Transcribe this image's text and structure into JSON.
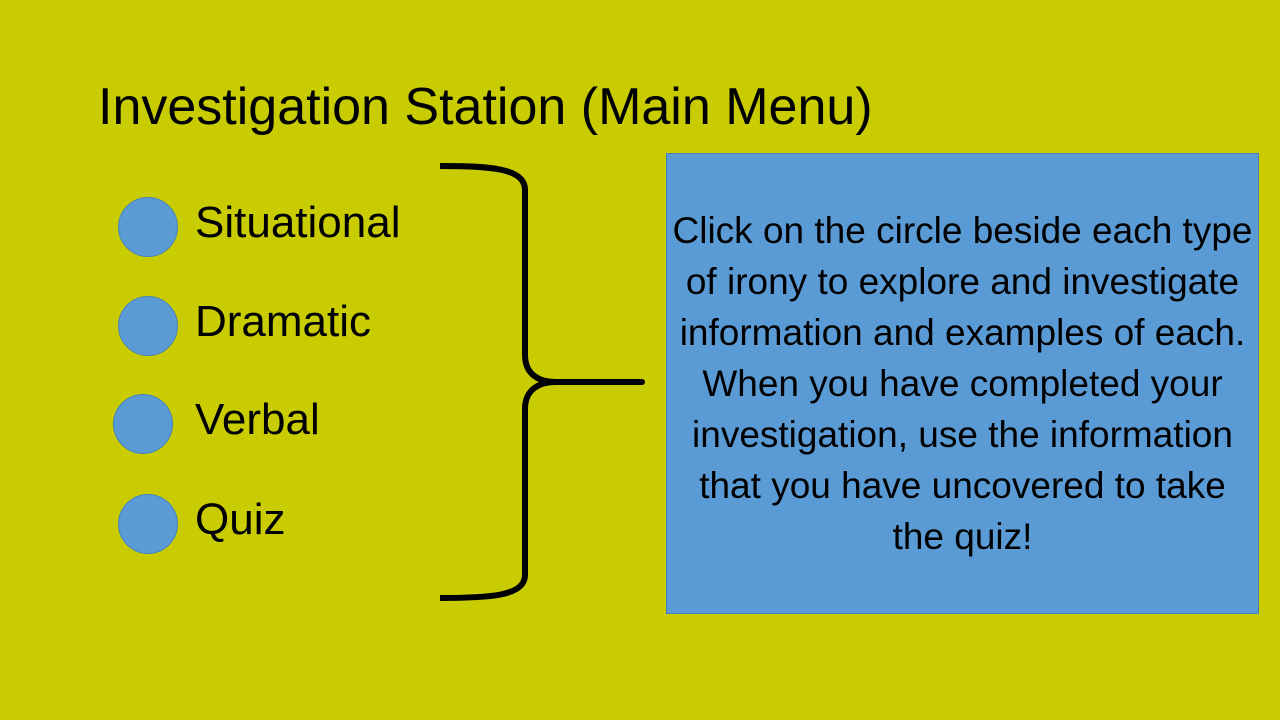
{
  "slide": {
    "title": "Investigation Station (Main Menu)",
    "background_color": "#c8cc00",
    "menu": {
      "circle_color": "#5b9bd5",
      "items": [
        {
          "label": "Situational",
          "icon": "circle-button"
        },
        {
          "label": "Dramatic",
          "icon": "circle-button"
        },
        {
          "label": "Verbal",
          "icon": "circle-button"
        },
        {
          "label": "Quiz",
          "icon": "circle-button"
        }
      ]
    },
    "brace_icon": "right-curly-brace",
    "info_box": {
      "background_color": "#5b9bd5",
      "text": "Click on the circle beside each type of irony to explore and investigate information and examples of each. When you have completed your investigation, use the information that you have uncovered to take the quiz!"
    }
  }
}
